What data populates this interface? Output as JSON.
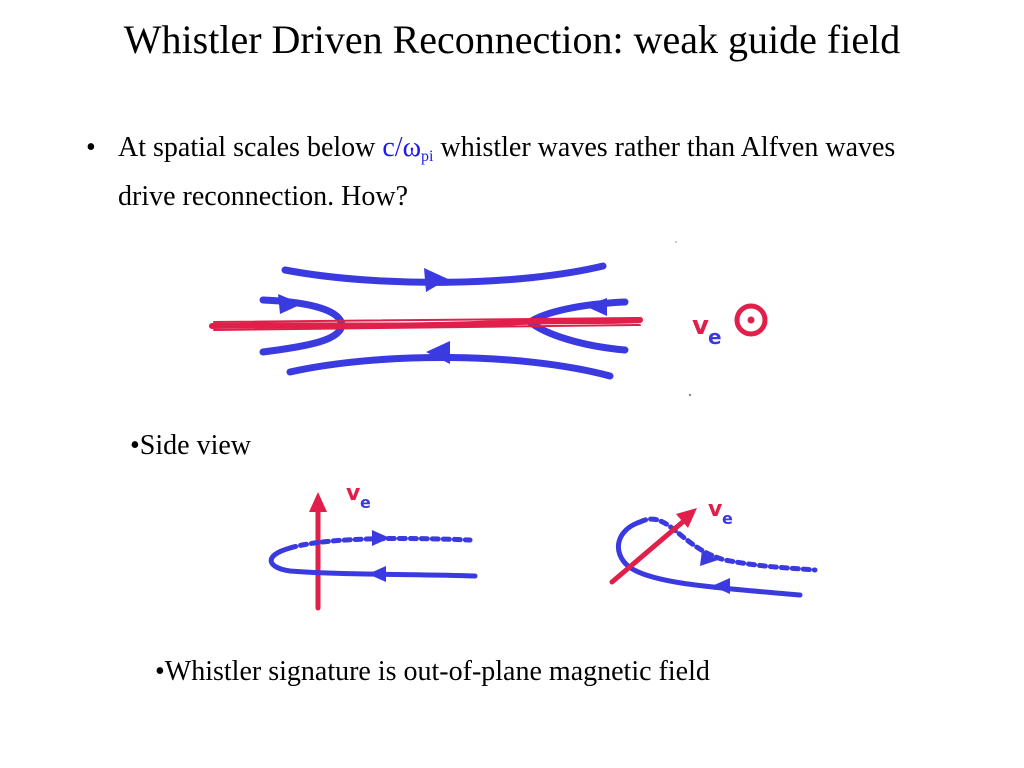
{
  "slide": {
    "title": "Whistler Driven Reconnection: weak guide field",
    "bullet": {
      "marker": "•",
      "text_before": "At spatial scales below ",
      "symbol_main": "c/ω",
      "symbol_sub": "pi",
      "text_after": " whistler waves rather than Alfven waves drive reconnection. How?"
    },
    "captions": {
      "side_view": "•Side view",
      "signature": "•Whistler signature is out-of-plane magnetic field"
    },
    "figure_labels": {
      "velocity_symbol": "v",
      "velocity_subscript": "e"
    }
  }
}
